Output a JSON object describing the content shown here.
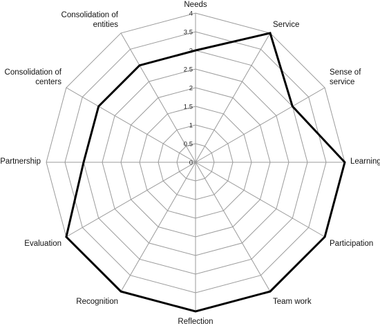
{
  "chart_data": {
    "type": "radar",
    "title": "",
    "categories": [
      "Needs",
      "Service",
      "Sense of service",
      "Learning",
      "Participation",
      "Team work",
      "Reflection",
      "Recognition",
      "Evaluation",
      "Partnership",
      "Consolidation of centers",
      "Consolidation of entities"
    ],
    "category_lines": [
      [
        "Needs"
      ],
      [
        "Service"
      ],
      [
        "Sense of",
        "service"
      ],
      [
        "Learning"
      ],
      [
        "Participation"
      ],
      [
        "Team work"
      ],
      [
        "Reflection"
      ],
      [
        "Recognition"
      ],
      [
        "Evaluation"
      ],
      [
        "Partnership"
      ],
      [
        "Consolidation of",
        "centers"
      ],
      [
        "Consolidation of",
        "entities"
      ]
    ],
    "ticks": [
      "0",
      "0.5",
      "1",
      "1.5",
      "2",
      "2.5",
      "3",
      "3.5",
      "4"
    ],
    "rlim": [
      0,
      4
    ],
    "grid": true,
    "series": [
      {
        "values": [
          3,
          4,
          3,
          4,
          4,
          4,
          4,
          4,
          4,
          3,
          3,
          3
        ],
        "color": "#000000"
      }
    ]
  }
}
